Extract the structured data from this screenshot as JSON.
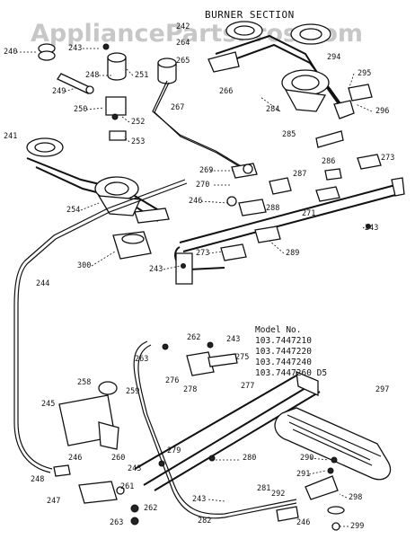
{
  "title": "BURNER SECTION",
  "watermark": "AppliancePartsPros.com",
  "model": {
    "heading": "Model No.",
    "numbers": [
      "103.7447210",
      "103.7447220",
      "103.7447240",
      "103.7447260 D5"
    ]
  },
  "callouts": [
    "240",
    "243",
    "248",
    "251",
    "249",
    "250",
    "252",
    "253",
    "241",
    "254",
    "300",
    "244",
    "264",
    "242",
    "265",
    "266",
    "267",
    "284",
    "294",
    "295",
    "296",
    "285",
    "286",
    "273",
    "269",
    "270",
    "287",
    "246",
    "288",
    "271",
    "243",
    "289",
    "273",
    "243",
    "262",
    "243",
    "263",
    "275",
    "276",
    "258",
    "259",
    "245",
    "278",
    "277",
    "297",
    "246",
    "260",
    "243",
    "279",
    "280",
    "290",
    "291",
    "248",
    "247",
    "261",
    "262",
    "263",
    "282",
    "243",
    "281",
    "292",
    "298",
    "246",
    "299"
  ]
}
